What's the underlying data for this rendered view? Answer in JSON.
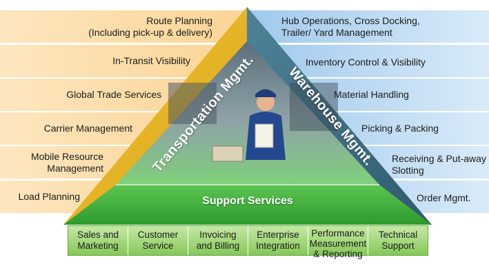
{
  "left_items": [
    {
      "lines": [
        "Route Planning",
        "(Including pick-up & delivery)"
      ]
    },
    {
      "lines": [
        "In-Transit Visibility"
      ]
    },
    {
      "lines": [
        "Global Trade Services"
      ]
    },
    {
      "lines": [
        "Carrier Management"
      ]
    },
    {
      "lines": [
        "Mobile Resource",
        "Management"
      ]
    },
    {
      "lines": [
        "Load Planning"
      ]
    }
  ],
  "right_items": [
    {
      "lines": [
        "Hub Operations, Cross Docking,",
        "Trailer/ Yard Management"
      ]
    },
    {
      "lines": [
        "Inventory Control & Visibility"
      ]
    },
    {
      "lines": [
        "Material Handling"
      ]
    },
    {
      "lines": [
        "Picking & Packing"
      ]
    },
    {
      "lines": [
        "Receiving & Put-away",
        "Slotting"
      ]
    },
    {
      "lines": [
        "Order Mgmt."
      ]
    }
  ],
  "triangle": {
    "left_title": "Transportation Mgmt.",
    "right_title": "Warehouse Mgmt.",
    "base_title": "Support Services"
  },
  "support_items": [
    {
      "lines": [
        "Sales and",
        "Marketing"
      ]
    },
    {
      "lines": [
        "Customer",
        "Service"
      ]
    },
    {
      "lines": [
        "Invoicing",
        "and Billing"
      ]
    },
    {
      "lines": [
        "Enterprise",
        "Integration"
      ]
    },
    {
      "lines": [
        "Performance",
        "Measurement",
        "& Reporting"
      ]
    },
    {
      "lines": [
        "Technical",
        "Support"
      ]
    }
  ],
  "colors": {
    "transportation": "#e8b21f",
    "warehouse": "#3f6f85",
    "support": "#3fae3a",
    "left_band": "#fbd494",
    "right_band": "#9fc8ec"
  }
}
